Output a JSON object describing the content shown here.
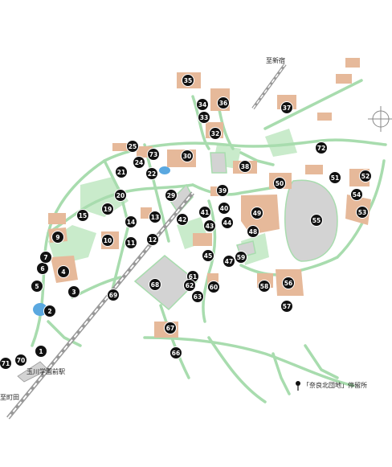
{
  "colors": {
    "path": "#a8dcae",
    "building": "#e6b99a",
    "plaza": "#d3d3d3",
    "green": "#c9ebcb",
    "marker": "#111111",
    "water": "#5aa8e0"
  },
  "labels": {
    "to_shinjuku": "至新宿",
    "station": "玉川学園前駅",
    "machida": "至町田",
    "bus_stop": "「奈良北団地」停留所"
  },
  "markers": [
    "1",
    "2",
    "4",
    "5",
    "6",
    "7",
    "9",
    "10",
    "11",
    "12",
    "13",
    "14",
    "15",
    "19",
    "20",
    "21",
    "22",
    "24",
    "25",
    "29",
    "30",
    "32",
    "33",
    "34",
    "35",
    "36",
    "37",
    "38",
    "39",
    "40",
    "41",
    "42",
    "43",
    "44",
    "45",
    "47",
    "48",
    "49",
    "50",
    "51",
    "52",
    "53",
    "54",
    "55",
    "56",
    "57",
    "58",
    "59",
    "60",
    "61",
    "62",
    "63",
    "66",
    "67",
    "68",
    "69",
    "70",
    "71",
    "72",
    "73",
    "3"
  ],
  "icons": {
    "compass": "compass-icon",
    "bus_stop": "bus-stop-icon"
  }
}
